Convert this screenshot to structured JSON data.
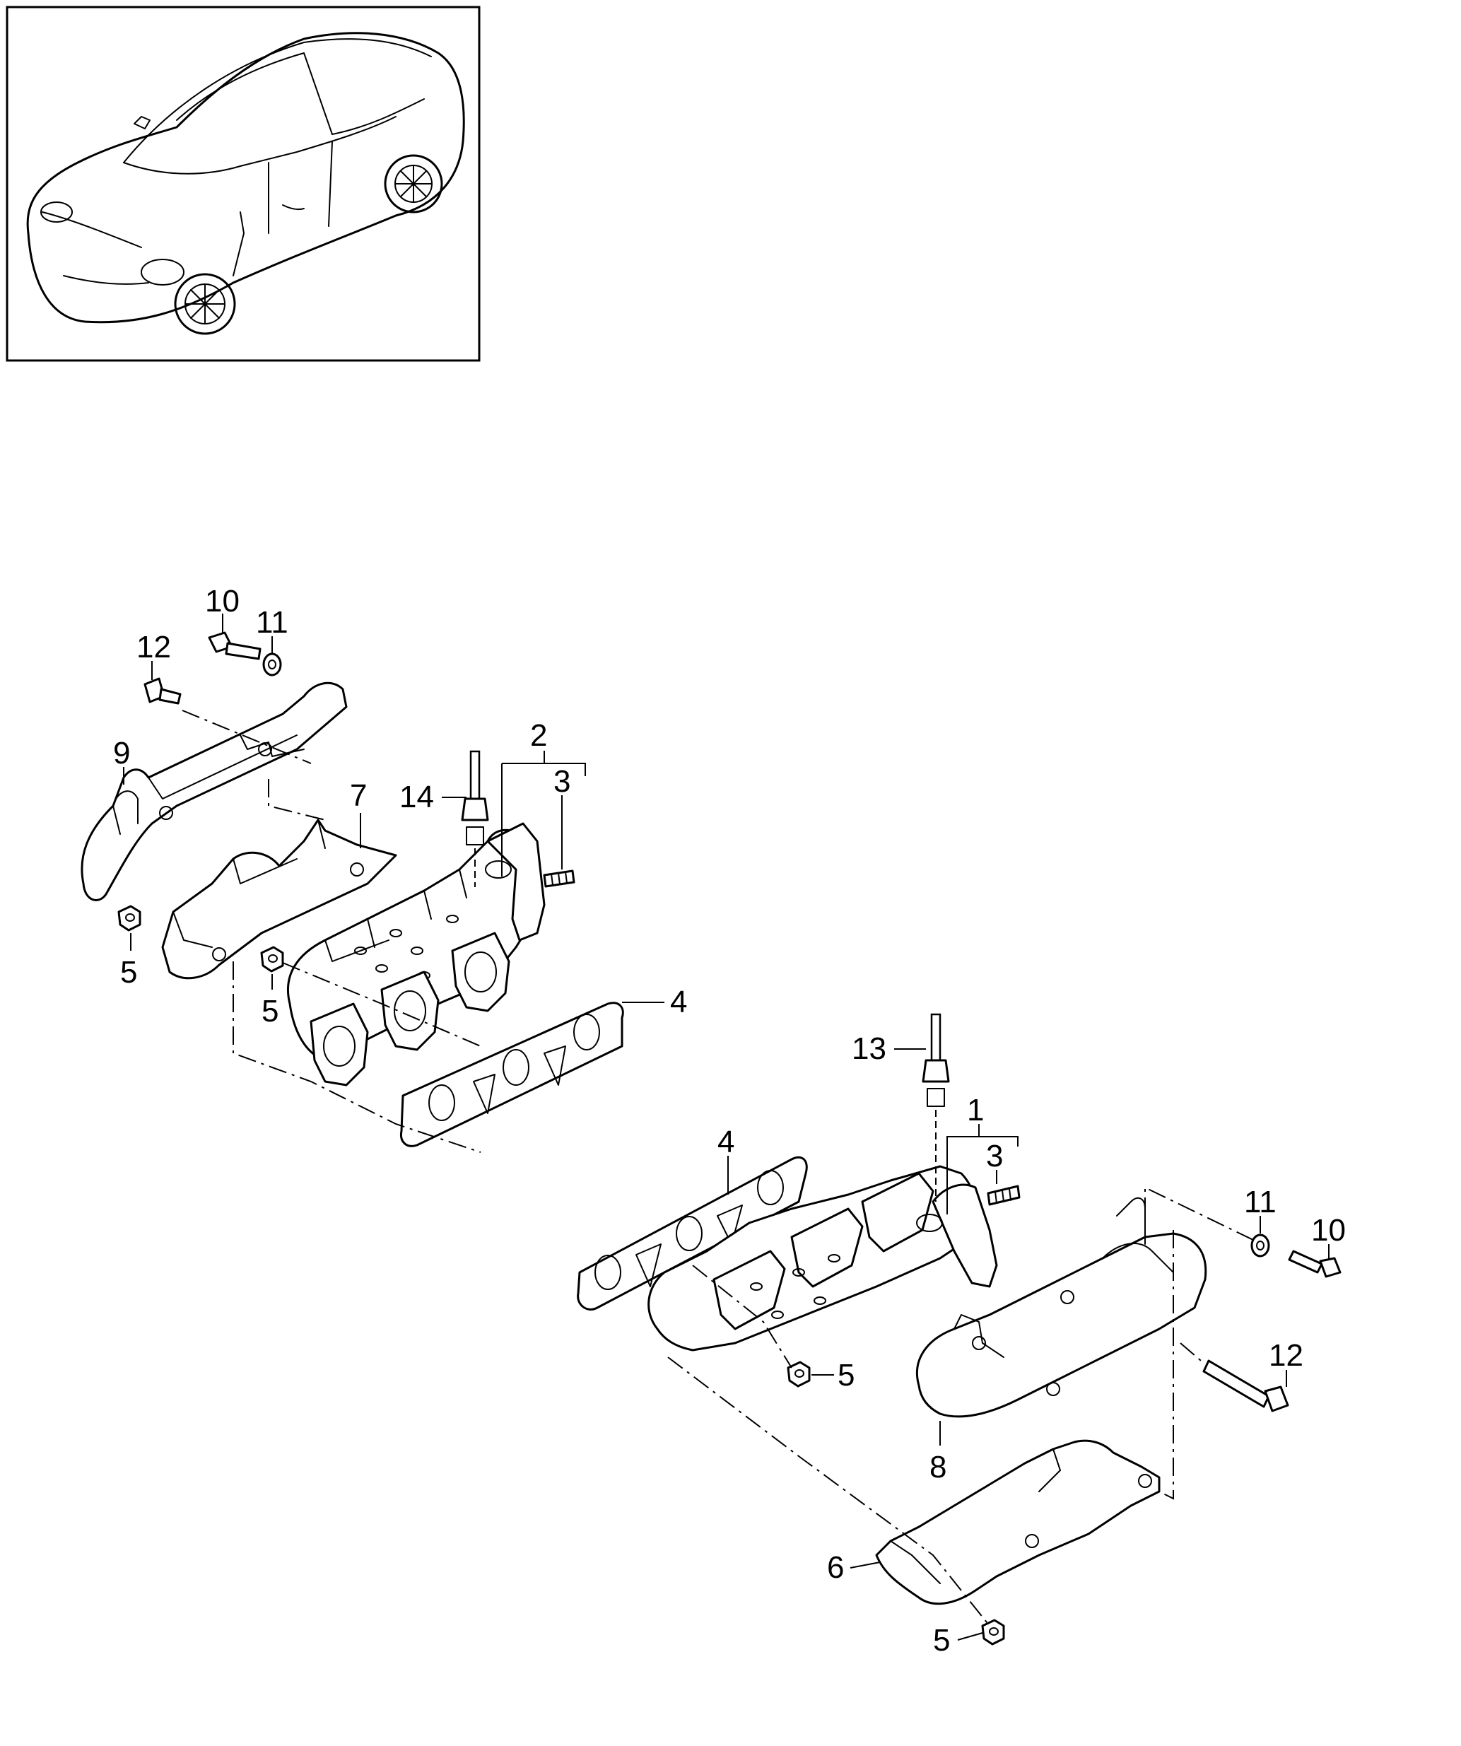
{
  "callouts": {
    "c1": "1",
    "c2": "2",
    "c3a": "3",
    "c3b": "3",
    "c4a": "4",
    "c4b": "4",
    "c5a": "5",
    "c5b": "5",
    "c5c": "5",
    "c5d": "5",
    "c6": "6",
    "c7": "7",
    "c8": "8",
    "c9": "9",
    "c10a": "10",
    "c10b": "10",
    "c11a": "11",
    "c11b": "11",
    "c12a": "12",
    "c12b": "12",
    "c13": "13",
    "c14": "14"
  }
}
